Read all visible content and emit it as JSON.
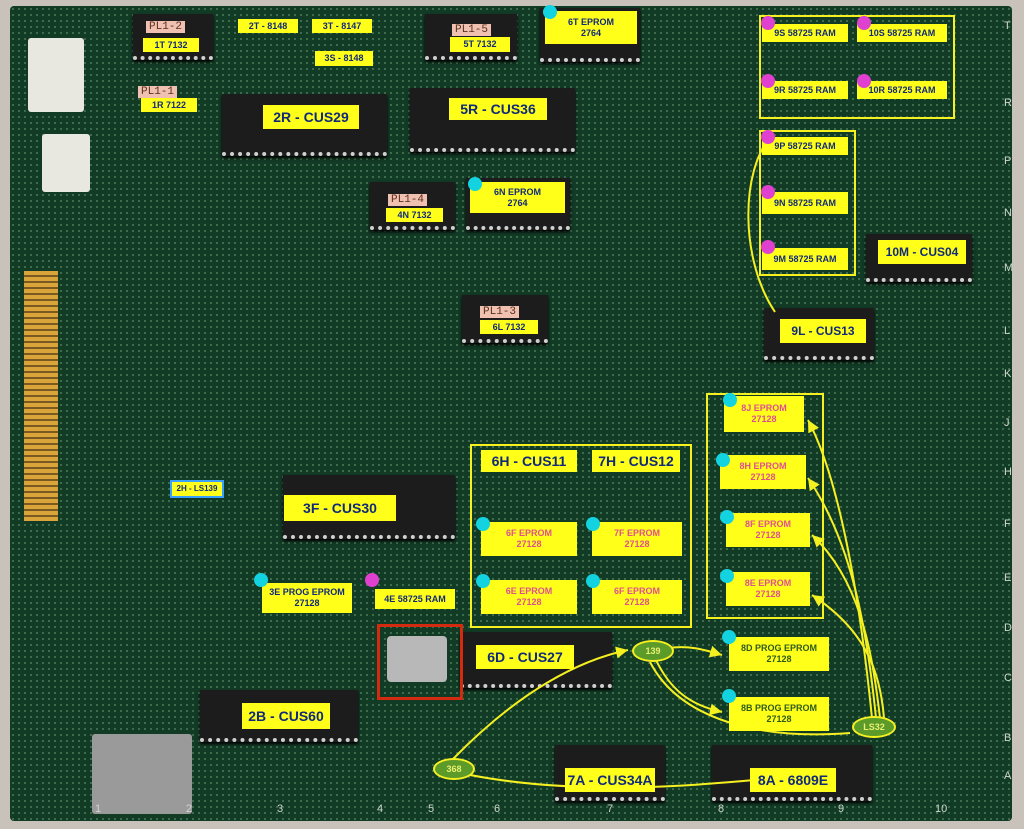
{
  "labels": {
    "pl1_2": "PL1-2",
    "t1": "1T 7132",
    "t2": "2T - 8148",
    "t3": "3T - 8147",
    "s3": "3S - 8148",
    "pl1_1": "PL1-1",
    "r1": "1R 7122",
    "r2": "2R - CUS29",
    "pl1_5": "PL1-5",
    "t5": "5T 7132",
    "t6": "6T EPROM\n2764",
    "r5": "5R - CUS36",
    "n6": "6N EPROM\n2764",
    "pl1_4": "PL1-4",
    "n4": "4N 7132",
    "s9": "9S 58725 RAM",
    "s10": "10S 58725 RAM",
    "r9": "9R 58725 RAM",
    "r10": "10R 58725 RAM",
    "p9": "9P 58725 RAM",
    "n9": "9N 58725 RAM",
    "m9": "9M 58725 RAM",
    "m10": "10M - CUS04",
    "l9": "9L - CUS13",
    "pl1_3": "PL1-3",
    "l6": "6L 7132",
    "h2": "2H - LS139",
    "f3": "3F - CUS30",
    "j8": "8J EPROM\n27128",
    "h8": "8H EPROM\n27128",
    "f8": "8F EPROM\n27128",
    "e8": "8E EPROM\n27128",
    "h6": "6H - CUS11",
    "h7": "7H - CUS12",
    "f6": "6F EPROM\n27128",
    "f7": "7F EPROM\n27128",
    "e6": "6E EPROM\n27128",
    "f6b": "6F EPROM\n27128",
    "e3": "3E PROG EPROM\n27128",
    "e4": "4E 58725 RAM",
    "d6": "6D - CUS27",
    "d8": "8D PROG EPROM\n27128",
    "b8": "8B PROG EPROM\n27128",
    "b2": "2B - CUS60",
    "a7": "7A - CUS34A",
    "a8": "8A - 6809E",
    "ls139": "139",
    "ls32": "LS32",
    "ls368": "368"
  },
  "columns": [
    "1",
    "2",
    "3",
    "4",
    "5",
    "6",
    "7",
    "8",
    "9",
    "10"
  ],
  "rows": [
    "T",
    "R",
    "P",
    "N",
    "M",
    "L",
    "K",
    "J",
    "H",
    "F",
    "E",
    "D",
    "C",
    "B",
    "A"
  ],
  "colors": {
    "label_bg": "#ffff1a",
    "highlight": "#f5f020",
    "rom_dot": "#13d3e0",
    "ram_dot": "#e040d0",
    "crystal_box": "#d42a10"
  }
}
